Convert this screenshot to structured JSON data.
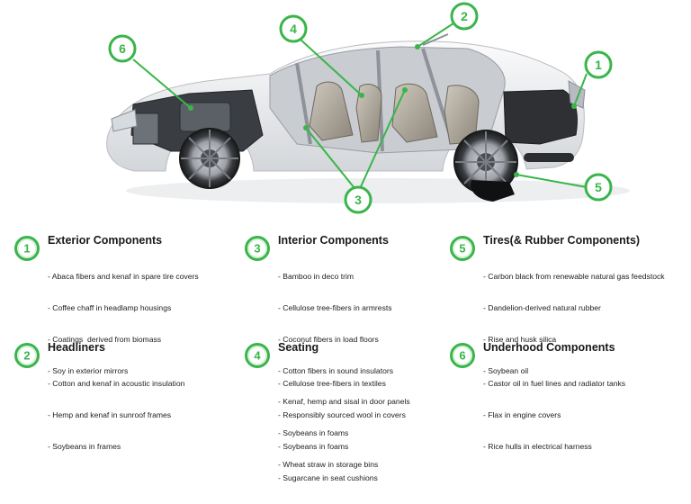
{
  "markers": [
    {
      "id": "marker-1",
      "number": "1"
    },
    {
      "id": "marker-2",
      "number": "2"
    },
    {
      "id": "marker-3",
      "number": "3"
    },
    {
      "id": "marker-4",
      "number": "4"
    },
    {
      "id": "marker-5",
      "number": "5"
    },
    {
      "id": "marker-6",
      "number": "6"
    }
  ],
  "colors": {
    "accent": "#39b54a",
    "text": "#222222",
    "car_body": "#e9ebee"
  },
  "legend": [
    {
      "number": "1",
      "title": "Exterior Components",
      "items": [
        "- Abaca fibers and kenaf in spare tire covers",
        "- Coffee chaff in headlamp housings",
        "- Coatings  derived from biomass",
        "- Soy in exterior mirrors"
      ]
    },
    {
      "number": "2",
      "title": "Headliners",
      "items": [
        "- Cotton and kenaf in acoustic insulation",
        "- Hemp and kenaf in sunroof frames",
        "- Soybeans in frames"
      ]
    },
    {
      "number": "3",
      "title": "Interior Components",
      "items": [
        "- Bamboo in deco trim",
        "- Cellulose tree-fibers in armrests",
        "- Coconut fibers in load floors",
        "- Cotton fibers in sound insulators",
        "- Kenaf, hemp and sisal in door panels",
        "- Soybeans in foams",
        "- Wheat straw in storage bins"
      ]
    },
    {
      "number": "4",
      "title": "Seating",
      "items": [
        "- Cellulose tree-fibers in textiles",
        "- Responsibly sourced wool in covers",
        "- Soybeans in foams",
        "- Sugarcane in seat cushions"
      ]
    },
    {
      "number": "5",
      "title": "Tires(& Rubber Components)",
      "items": [
        "- Carbon black from renewable natural gas feedstock",
        "- Dandelion-derived natural rubber",
        "- Rise and husk silica",
        "- Soybean oil"
      ]
    },
    {
      "number": "6",
      "title": "Underhood Components",
      "items": [
        "- Castor oil in fuel lines and radiator tanks",
        "- Flax in engine covers",
        "- Rice hulls in electrical harness"
      ]
    }
  ]
}
